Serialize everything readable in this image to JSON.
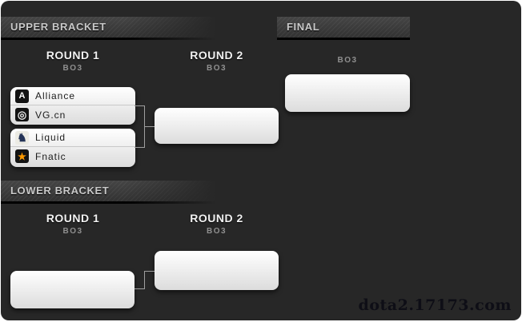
{
  "watermark": "dota2.17173.com",
  "upper": {
    "title": "UPPER BRACKET",
    "round1": {
      "label": "ROUND 1",
      "format": "BO3"
    },
    "round2": {
      "label": "ROUND 2",
      "format": "BO3"
    },
    "match1": {
      "teams": [
        {
          "name": "Alliance",
          "icon": "alliance-logo",
          "glyph": "A"
        },
        {
          "name": "VG.cn",
          "icon": "vgcn-logo",
          "glyph": "◎"
        }
      ]
    },
    "match2": {
      "teams": [
        {
          "name": "Liquid",
          "icon": "liquid-logo",
          "glyph": "♞"
        },
        {
          "name": "Fnatic",
          "icon": "fnatic-logo",
          "glyph": "★"
        }
      ]
    }
  },
  "final": {
    "title": "FINAL",
    "format": "BO3"
  },
  "lower": {
    "title": "LOWER BRACKET",
    "round1": {
      "label": "ROUND 1",
      "format": "BO3"
    },
    "round2": {
      "label": "ROUND 2",
      "format": "BO3"
    }
  },
  "colors": {
    "panel_bg": "#272727",
    "banner_bg": "#3d3d3d",
    "box_top": "#ffffff",
    "box_bottom": "#dcdcdc",
    "round_text": "#f2f2f2",
    "bo3_text": "#8f8f8f",
    "connector": "#9f9f9f",
    "fnatic_orange": "#ff9a00",
    "liquid_navy": "#253457",
    "watermark_text": "#0e0e16"
  }
}
